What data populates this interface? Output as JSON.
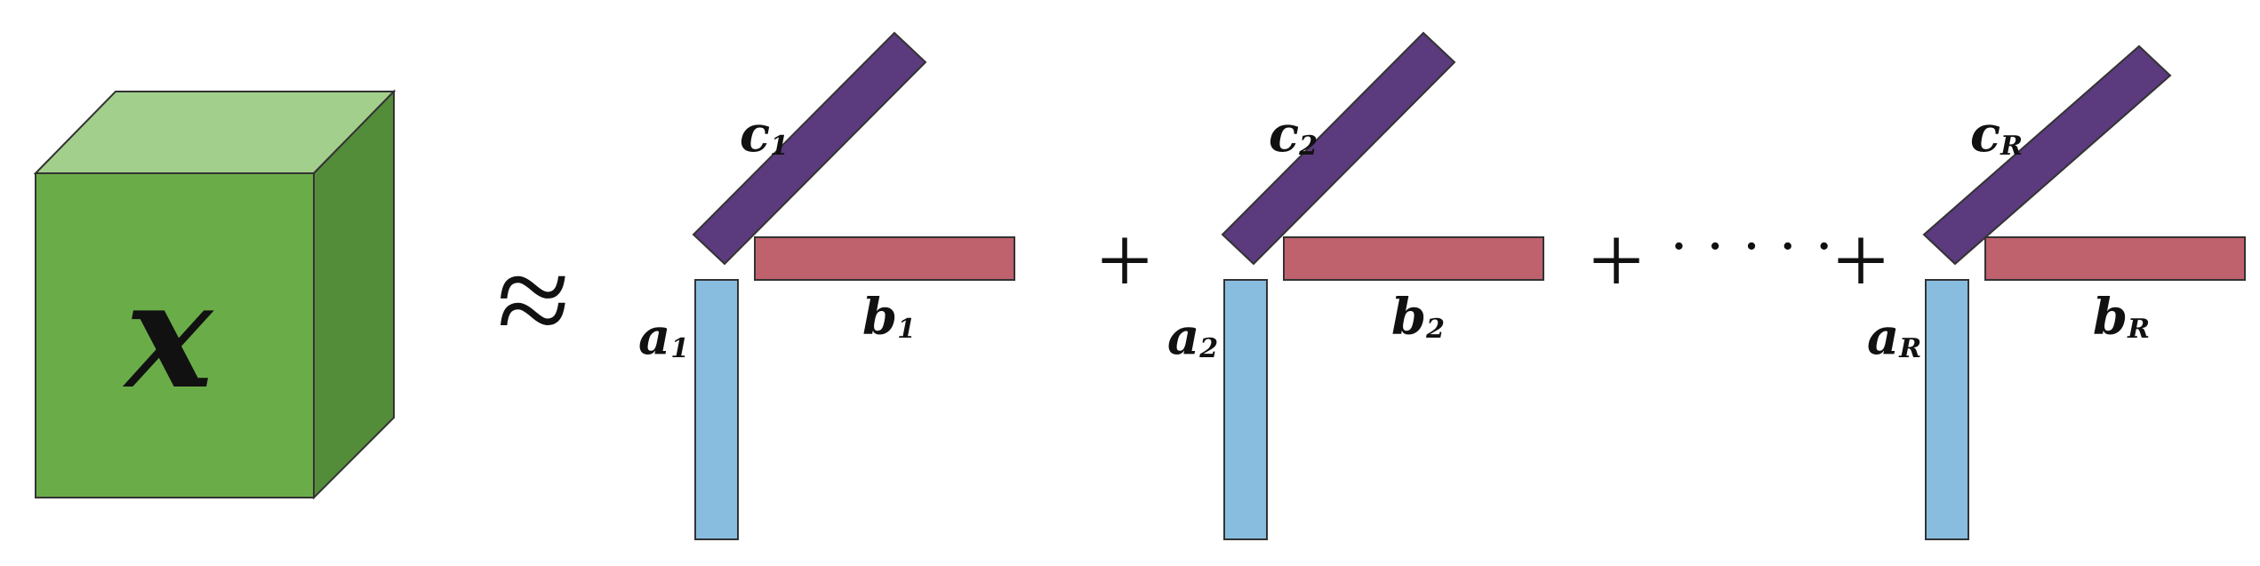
{
  "tensor": {
    "label": "x",
    "colors": {
      "front": "#6aad48",
      "top": "#a3cf8c",
      "side": "#548d3a"
    }
  },
  "approx_symbol": "≈",
  "plus_symbol": "+",
  "ellipsis": "· · · · ·",
  "vector_colors": {
    "a": "#89bde0",
    "b": "#c0616e",
    "c": "#5b3a7e"
  },
  "terms": [
    {
      "a": {
        "letter": "a",
        "subscript": "1"
      },
      "b": {
        "letter": "b",
        "subscript": "1"
      },
      "c": {
        "letter": "c",
        "subscript": "1"
      }
    },
    {
      "a": {
        "letter": "a",
        "subscript": "2"
      },
      "b": {
        "letter": "b",
        "subscript": "2"
      },
      "c": {
        "letter": "c",
        "subscript": "2"
      }
    },
    {
      "a": {
        "letter": "a",
        "subscript": "R"
      },
      "b": {
        "letter": "b",
        "subscript": "R"
      },
      "c": {
        "letter": "c",
        "subscript": "R"
      }
    }
  ]
}
